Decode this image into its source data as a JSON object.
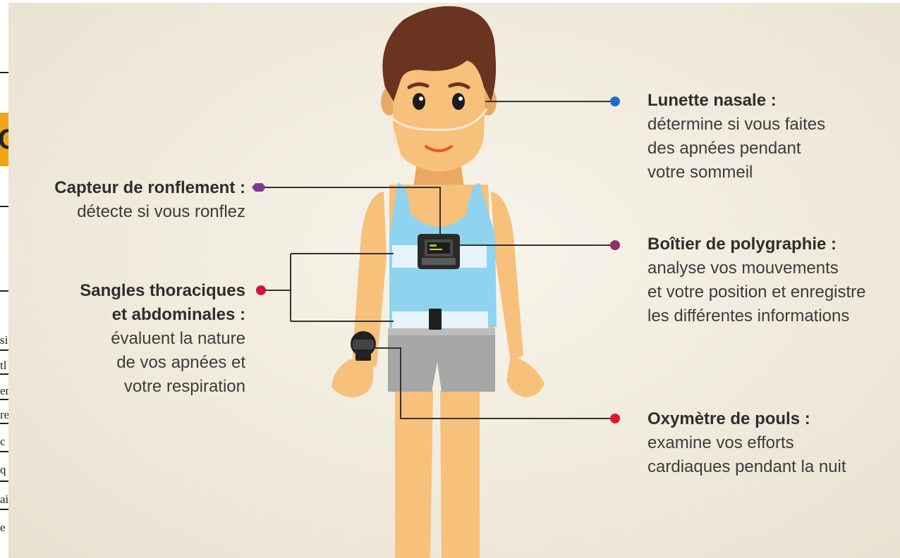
{
  "labels": {
    "lunette": {
      "title": "Lunette nasale :",
      "desc": [
        "détermine si vous faites",
        "des apnées pendant",
        "votre sommeil"
      ],
      "dot_color": "#1e6fc2"
    },
    "capteur": {
      "title": "Capteur de ronflement :",
      "desc": [
        "détecte si vous ronflez"
      ],
      "dot_color": "#7b3a8f"
    },
    "boitier": {
      "title": "Boîtier de polygraphie :",
      "desc": [
        "analyse vos mouvements",
        "et votre position et enregistre",
        "les différentes informations"
      ],
      "dot_color": "#8e2f6e"
    },
    "sangles": {
      "title": [
        "Sangles thoraciques",
        "et abdominales :"
      ],
      "desc": [
        "évaluent la nature",
        "de vos apnées et",
        "votre respiration"
      ],
      "dot_color": "#d2143c"
    },
    "oxymetre": {
      "title": "Oxymètre de pouls :",
      "desc": [
        "examine vos efforts",
        "cardiaques pendant la nuit"
      ],
      "dot_color": "#e0182d"
    }
  },
  "background_fragment": {
    "tab_char": "C",
    "lines": [
      "si",
      "tl",
      "er",
      "re",
      "c",
      "q",
      "ai",
      "e"
    ]
  },
  "colors": {
    "skin": "#f7c07b",
    "hair": "#6b3420",
    "tank_top": "#8fd3ef",
    "belt": "#e6f3fb",
    "shorts": "#a8a8a8",
    "device": "#2a2a2a",
    "leader_line": "#333333"
  }
}
